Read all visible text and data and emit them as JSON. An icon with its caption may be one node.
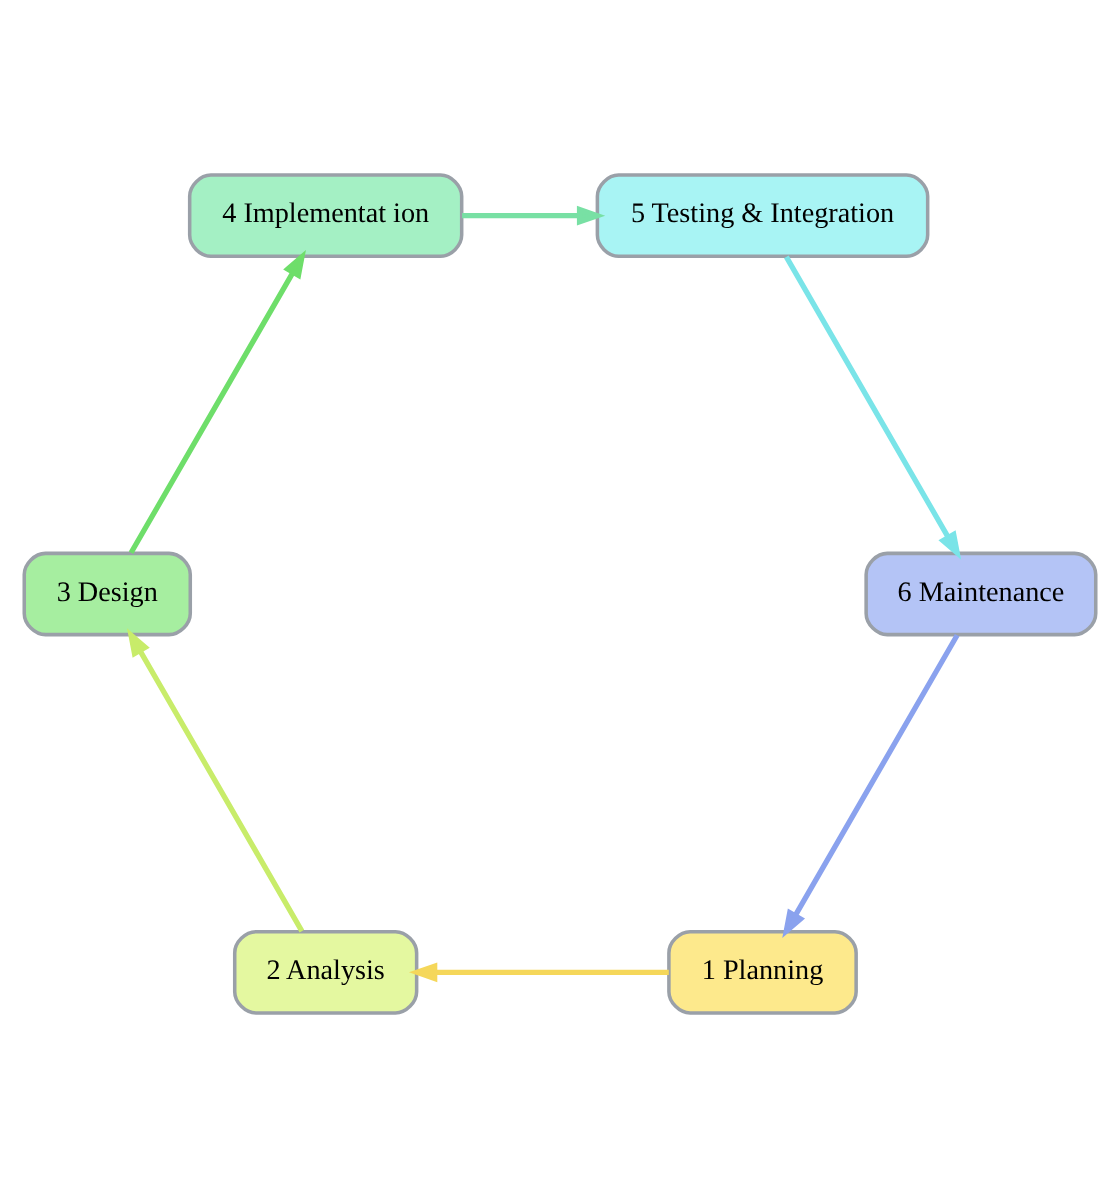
{
  "diagram": {
    "nodes": [
      {
        "text": [
          "1 Planning"
        ]
      },
      {
        "text": [
          "2 Analysis"
        ]
      },
      {
        "text": [
          "3 Design"
        ]
      },
      {
        "text": [
          "4 Implementat ion"
        ]
      },
      {
        "text": [
          "5 Testing & Integration"
        ]
      },
      {
        "text": [
          "6 Maintenance"
        ]
      }
    ],
    "edges": [
      {
        "from": 0,
        "to": 1,
        "arrow": "to",
        "color": "#f5d75a"
      },
      {
        "from": 1,
        "to": 2,
        "arrow": "to",
        "color": "#c8ec6a"
      },
      {
        "from": 2,
        "to": 3,
        "arrow": "to",
        "color": "#6ede6a"
      },
      {
        "from": 3,
        "to": 4,
        "arrow": "to",
        "color": "#78e0a4"
      },
      {
        "from": 4,
        "to": 5,
        "arrow": "to",
        "color": "#7ae4e8"
      },
      {
        "from": 5,
        "to": 0,
        "arrow": "to",
        "color": "#8aa2ee"
      }
    ]
  }
}
